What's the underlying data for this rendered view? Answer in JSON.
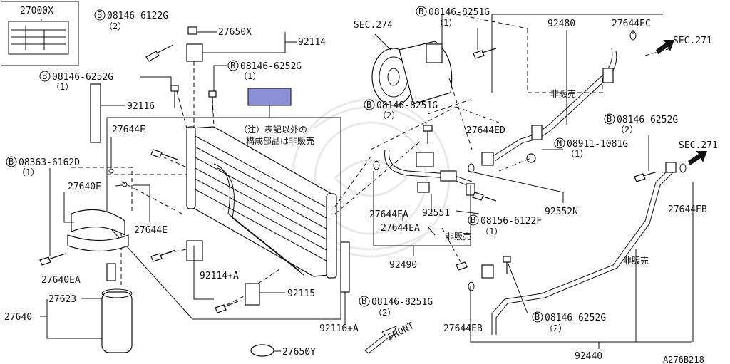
{
  "diagram": {
    "note": {
      "line1": "（注）表記以外の",
      "line2": "構成部品は非販売"
    },
    "not_sold": "非販売",
    "figure_code": "A276B218",
    "front": "FRONT"
  },
  "labels": {
    "p27000X": "27000X",
    "b6122G": "08146-6122G",
    "q6122G": "（2）",
    "p27650X": "27650X",
    "p92114": "92114",
    "b6252G_a": "08146-6252G",
    "q6252G_a": "（1）",
    "b6252G_b": "08146-6252G",
    "q6252G_b": "（1）",
    "p92116": "92116",
    "p27644E_a": "27644E",
    "b6162D": "08363-6162D",
    "q6162D": "（1）",
    "p27640E": "27640E",
    "p27644E_b": "27644E",
    "p27640EA": "27640EA",
    "p27623": "27623",
    "p27640": "27640",
    "p92114A": "92114+A",
    "p92115": "92115",
    "p27650Y": "27650Y",
    "p92116A": "92116+A",
    "sec274": "SEC.274",
    "b8251G_a": "08146-8251G",
    "q8251G_a": "（1）",
    "b8251G_b": "08146-8251G",
    "q8251G_b": "（2）",
    "p92480": "92480",
    "p27644EC": "27644EC",
    "sec271_a": "SEC.271",
    "p27644ED": "27644ED",
    "n1081G": "08911-1081G",
    "q1081G": "（1）",
    "b6252G_c": "08146-6252G",
    "q6252G_c": "（2）",
    "sec271_b": "SEC.271",
    "p27644EB_a": "27644EB",
    "p27644EA_a": "27644EA",
    "p92551": "92551",
    "p92552N": "92552N",
    "p27644EA_b": "27644EA",
    "b6122F": "08156-6122F",
    "q6122F": "（1）",
    "p92490": "92490",
    "b8251G_c": "08146-8251G",
    "q8251G_c": "（2）",
    "p27644EB_b": "27644EB",
    "b6252G_d": "08146-6252G",
    "q6252G_d": "（2）",
    "p92440": "92440"
  },
  "prefix": {
    "bolt": "B",
    "nut": "N"
  },
  "colors": {
    "ink": "#111111",
    "label_box": "#8a8fd6",
    "watermark": "#e9e9e9"
  }
}
